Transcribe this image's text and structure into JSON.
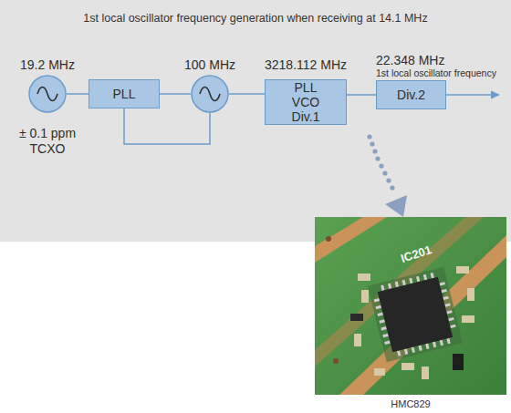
{
  "diagram": {
    "title": "1st local oscillator frequency generation when receiving at 14.1 MHz",
    "nodes": [
      {
        "text": [
          "19.2 MHz",
          "± 0.1 ppm TCXO"
        ]
      },
      {
        "text": [
          "PLL"
        ]
      },
      {
        "text": [
          "100 MHz"
        ]
      },
      {
        "text": [
          "3218.112 MHz",
          "PLL VCO Div.1"
        ]
      },
      {
        "text": [
          "22.348 MHz",
          "1st local oscillator frequency",
          "Div.2"
        ]
      }
    ],
    "edges": [
      {
        "from": 0,
        "to": 1,
        "arrow": "none"
      },
      {
        "from": 1,
        "to": 2,
        "arrow": "none"
      },
      {
        "from": 2,
        "to": 3,
        "arrow": "none"
      },
      {
        "from": 3,
        "to": 4,
        "arrow": "none"
      },
      {
        "from": 2,
        "to": 1,
        "arrow": "none"
      }
    ],
    "labels": [
      "IC201",
      "HMC829"
    ]
  }
}
